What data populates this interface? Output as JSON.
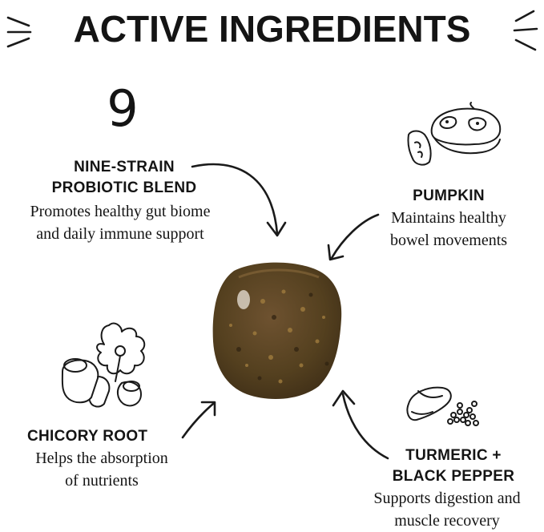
{
  "header": {
    "title": "ACTIVE INGREDIENTS"
  },
  "ingredients": [
    {
      "badge": "9",
      "name": "NINE-STRAIN\nPROBIOTIC BLEND",
      "line1": "Promotes healthy gut biome",
      "line2": "and daily immune support",
      "icon": "digit-nine-icon"
    },
    {
      "name": "PUMPKIN",
      "line1": "Maintains healthy",
      "line2": "bowel movements",
      "icon": "pumpkin-icon"
    },
    {
      "name": "CHICORY ROOT",
      "line1": "Helps the absorption",
      "line2": "of nutrients",
      "icon": "chicory-root-icon"
    },
    {
      "name_line1": "TURMERIC +",
      "name_line2": "BLACK PEPPER",
      "line1": "Supports digestion and",
      "line2": "muscle recovery",
      "icon": "turmeric-pepper-icon"
    }
  ],
  "colors": {
    "ink": "#141414",
    "chew": "#5a4326",
    "background": "#ffffff"
  }
}
